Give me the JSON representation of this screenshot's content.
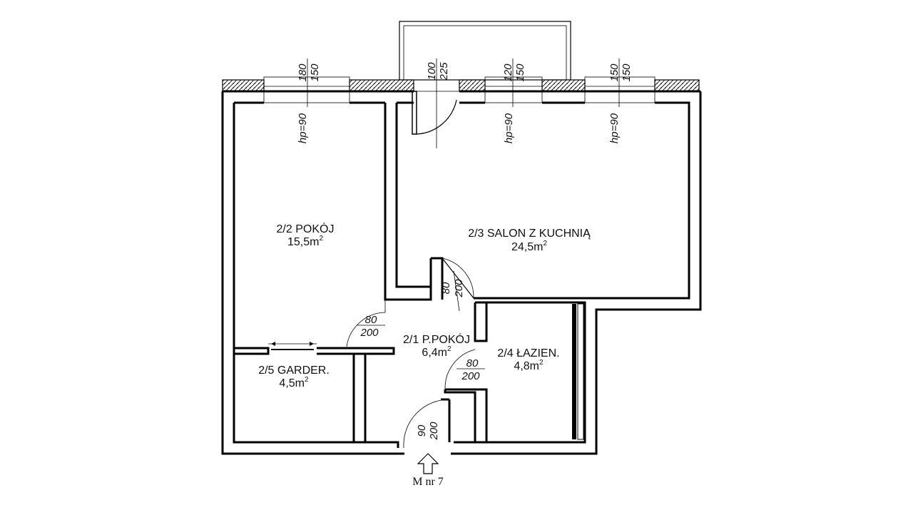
{
  "rooms": {
    "pokoj": {
      "name": "2/2 POKÓJ",
      "area": "15,5m",
      "sup": "2"
    },
    "salon": {
      "name": "2/3 SALON Z KUCHNIĄ",
      "area": "24,5m",
      "sup": "2"
    },
    "przedpokoj": {
      "name": "2/1 P.POKÓJ",
      "area": "6,4m",
      "sup": "2"
    },
    "lazienka": {
      "name": "2/4 ŁAZIEN.",
      "area": "4,8m",
      "sup": "2"
    },
    "garderoba": {
      "name": "2/5 GARDER.",
      "area": "4,5m",
      "sup": "2"
    }
  },
  "windows": {
    "w1": {
      "width": "180",
      "height": "150",
      "sill": "hp=90"
    },
    "balcony_door": {
      "width": "100",
      "height": "225"
    },
    "w2": {
      "width": "120",
      "height": "150",
      "sill": "hp=90"
    },
    "w3": {
      "width": "150",
      "height": "150",
      "sill": "hp=90"
    }
  },
  "doors": {
    "salon": {
      "width": "80",
      "height": "200"
    },
    "pokoj": {
      "width": "80",
      "height": "200"
    },
    "lazienka": {
      "width": "80",
      "height": "200"
    },
    "entrance": {
      "width": "90",
      "height": "200"
    }
  },
  "entrance_label": "M nr 7",
  "colors": {
    "line": "#000000",
    "background": "#ffffff",
    "hatch": "#000000"
  }
}
